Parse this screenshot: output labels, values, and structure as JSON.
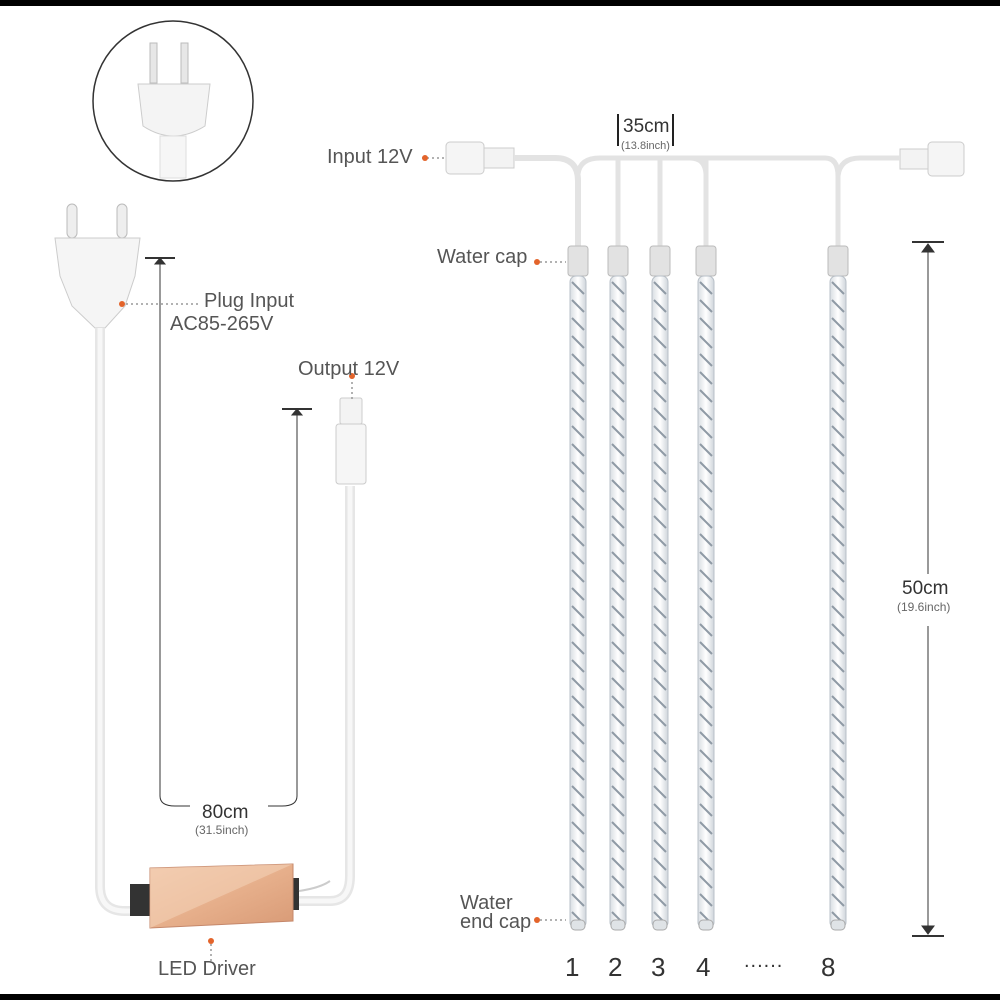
{
  "labels": {
    "plug_input": "Plug Input",
    "plug_voltage": "AC85-265V",
    "output": "Output 12V",
    "cable_len": "80cm",
    "cable_len_in": "(31.5inch)",
    "driver": "LED Driver",
    "input": "Input 12V",
    "spacing": "35cm",
    "spacing_in": "(13.8inch)",
    "water_cap": "Water cap",
    "end_cap_1": "Water",
    "end_cap_2": "end cap",
    "tube_len": "50cm",
    "tube_len_in": "(19.6inch)"
  },
  "tube_numbers": [
    "1",
    "2",
    "3",
    "4",
    "8"
  ],
  "ellipsis": "......",
  "colors": {
    "accent": "#e3642b",
    "driver": "#e8b99a",
    "background": "#ffffff",
    "frame": "#000000"
  },
  "icons": [
    "eu-plug-icon",
    "us-plug-icon",
    "led-driver-icon",
    "connector-icon",
    "meteor-tube-icon"
  ]
}
